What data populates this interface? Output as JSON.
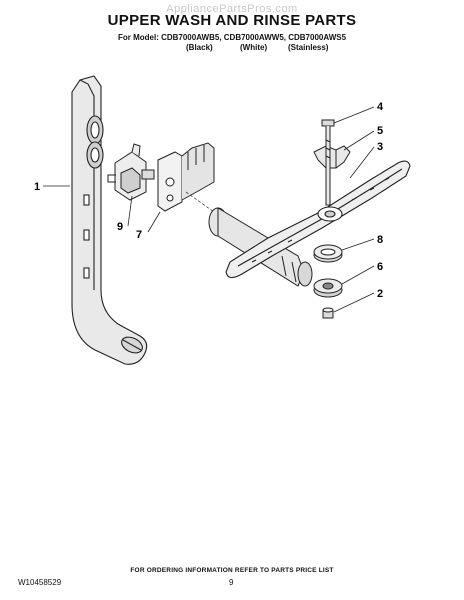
{
  "watermark": "AppliancePartsPros.com",
  "title": "UPPER WASH AND RINSE PARTS",
  "model_line": "For Model: CDB7000AWB5, CDB7000AWW5, CDB7000AWS5",
  "variants": [
    "(Black)",
    "(White)",
    "(Stainless)"
  ],
  "callouts": [
    "1",
    "2",
    "3",
    "4",
    "5",
    "6",
    "7",
    "8",
    "9"
  ],
  "footer": {
    "doc_number": "W10458529",
    "ordering_note": "FOR ORDERING INFORMATION REFER TO PARTS PRICE LIST",
    "page_number": "9"
  }
}
